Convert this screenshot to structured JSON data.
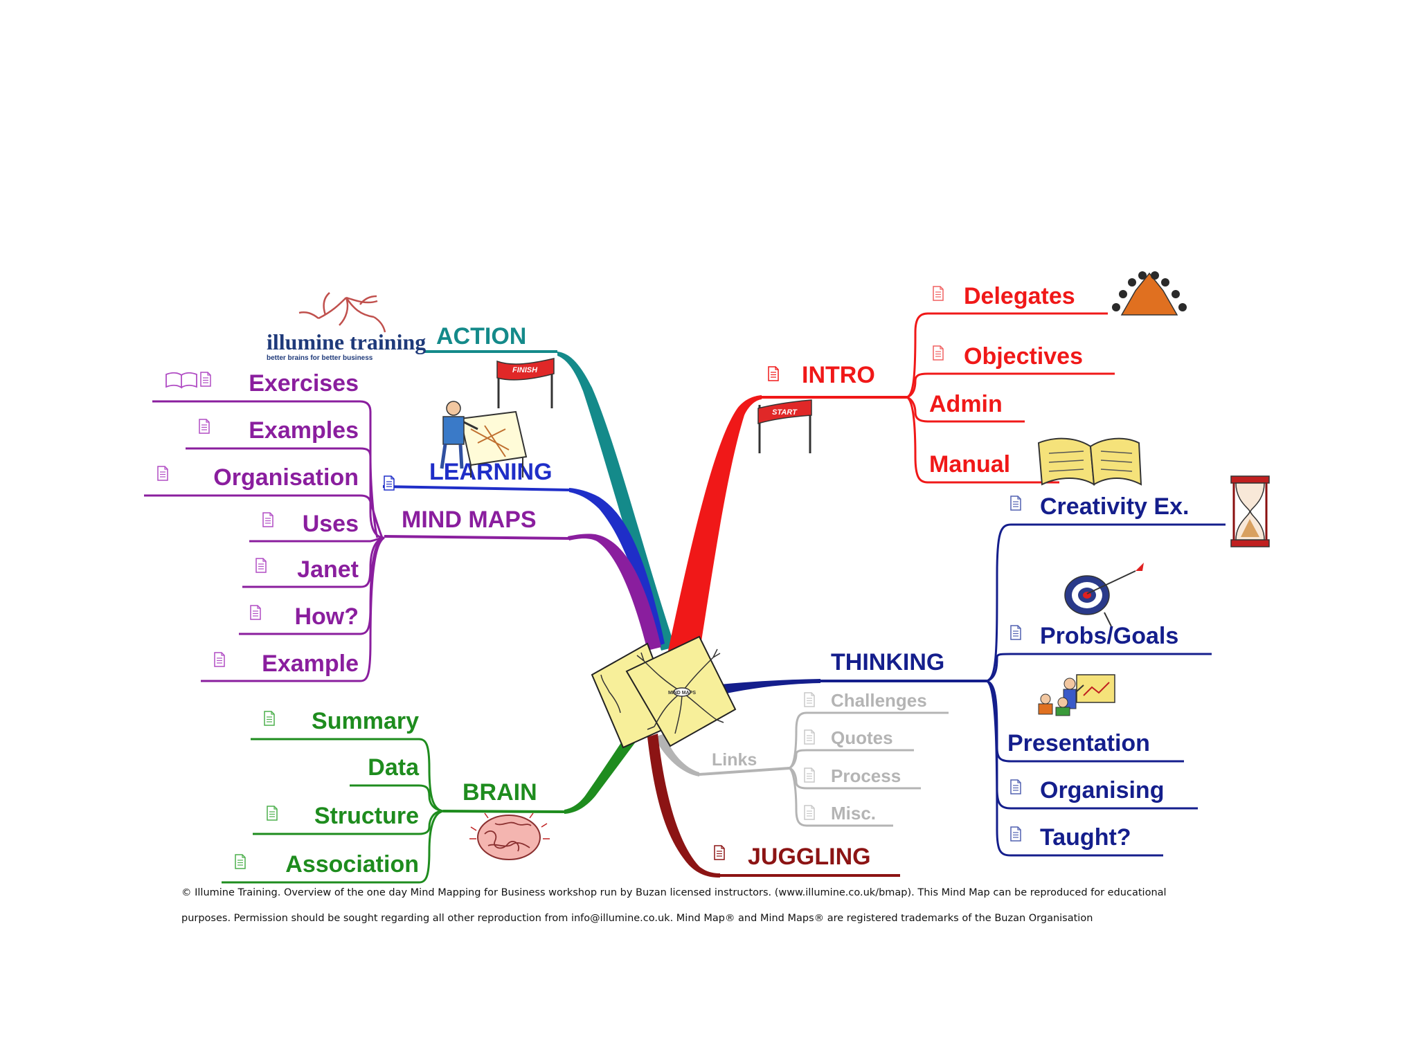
{
  "logo": {
    "name": "illumine training",
    "tagline": "better brains for better business"
  },
  "center": {
    "label": "MIND MAPS"
  },
  "branches": {
    "action": {
      "label": "ACTION",
      "color": "#148a8a",
      "sign": "FINISH"
    },
    "learning": {
      "label": "LEARNING",
      "color": "#1f2ec8"
    },
    "mind_maps": {
      "label": "MIND MAPS",
      "color": "#8a1e9e",
      "children": [
        "Exercises",
        "Examples",
        "Organisation",
        "Uses",
        "Janet",
        "How?",
        "Example"
      ]
    },
    "brain": {
      "label": "BRAIN",
      "color": "#1e8c1e",
      "children": [
        "Summary",
        "Data",
        "Structure",
        "Association"
      ]
    },
    "intro": {
      "label": "INTRO",
      "color": "#f01818",
      "sign": "START",
      "children": [
        "Delegates",
        "Objectives",
        "Admin",
        "Manual"
      ]
    },
    "thinking": {
      "label": "THINKING",
      "color": "#141e8c",
      "children": [
        "Creativity Ex.",
        "Probs/Goals",
        "Presentation",
        "Organising",
        "Taught?"
      ]
    },
    "links": {
      "label": "Links",
      "color": "#b4b4b4",
      "children": [
        "Challenges",
        "Quotes",
        "Process",
        "Misc."
      ]
    },
    "juggling": {
      "label": "JUGGLING",
      "color": "#8c1414"
    }
  },
  "footer": {
    "line1": "© Illumine Training. Overview of the one day Mind Mapping for Business workshop run by Buzan licensed instructors. (www.illumine.co.uk/bmap). This Mind Map can be reproduced for educational",
    "line2": "purposes. Permission should be sought regarding all other reproduction from info@illumine.co.uk. Mind Map® and Mind Maps® are registered trademarks of the Buzan Organisation"
  }
}
